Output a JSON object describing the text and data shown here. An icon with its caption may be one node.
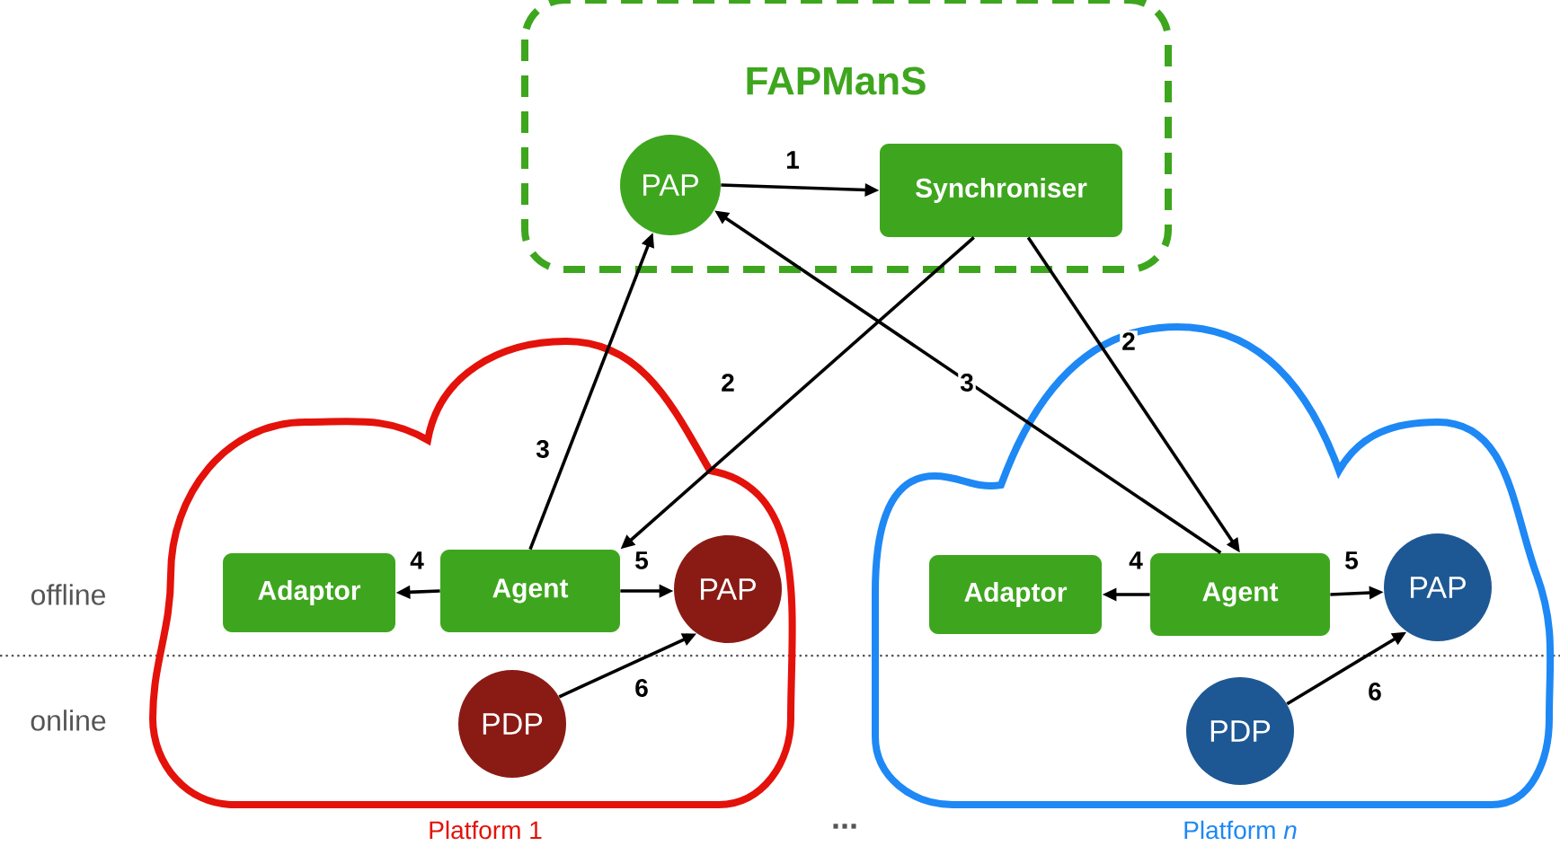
{
  "diagram": {
    "nodes": [
      {
        "text": [
          "FAPManS"
        ]
      },
      {
        "text": [
          "PAP"
        ],
        "in": 0
      },
      {
        "text": [
          "Synchroniser"
        ],
        "in": 0
      },
      {
        "text": [
          "Platform 1"
        ]
      },
      {
        "text": [
          "Adaptor"
        ],
        "in": 3
      },
      {
        "text": [
          "Agent"
        ],
        "in": 3
      },
      {
        "text": [
          "PAP"
        ],
        "in": 3
      },
      {
        "text": [
          "PDP"
        ],
        "in": 3
      },
      {
        "text": [
          "Platform *n*"
        ]
      },
      {
        "text": [
          "Adaptor"
        ],
        "in": 8
      },
      {
        "text": [
          "Agent"
        ],
        "in": 8
      },
      {
        "text": [
          "PAP"
        ],
        "in": 8
      },
      {
        "text": [
          "PDP"
        ],
        "in": 8
      }
    ],
    "edges": [
      {
        "from": 1,
        "to": 2,
        "arrow": "to",
        "label": "1"
      },
      {
        "from": 2,
        "to": 5,
        "arrow": "to",
        "label": "2"
      },
      {
        "from": 2,
        "to": 10,
        "arrow": "to",
        "label": "2"
      },
      {
        "from": 5,
        "to": 1,
        "arrow": "to",
        "label": "3"
      },
      {
        "from": 10,
        "to": 1,
        "arrow": "to",
        "label": "3"
      },
      {
        "from": 5,
        "to": 4,
        "arrow": "to",
        "label": "4"
      },
      {
        "from": 5,
        "to": 6,
        "arrow": "to",
        "label": "5"
      },
      {
        "from": 7,
        "to": 6,
        "arrow": "to",
        "label": "6"
      },
      {
        "from": 10,
        "to": 9,
        "arrow": "to",
        "label": "4"
      },
      {
        "from": 10,
        "to": 11,
        "arrow": "to",
        "label": "5"
      },
      {
        "from": 12,
        "to": 11,
        "arrow": "to",
        "label": "6"
      }
    ],
    "labels": [
      "offline",
      "online",
      "..."
    ]
  }
}
